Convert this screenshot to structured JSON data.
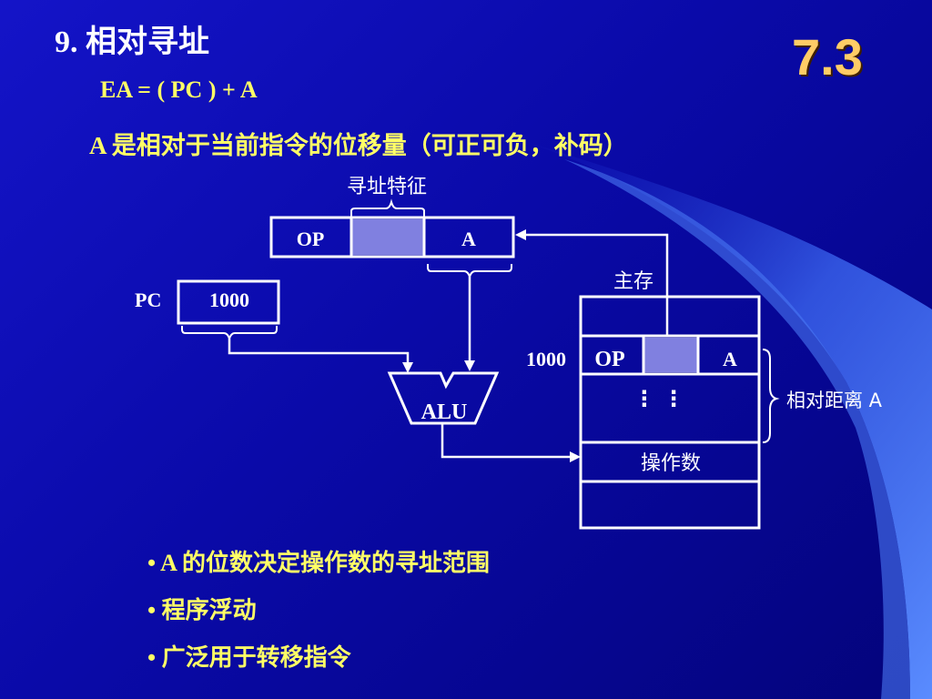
{
  "slide": {
    "number": "7.3",
    "title": "9. 相对寻址",
    "formula": "EA = ( PC ) + A",
    "description": "A 是相对于当前指令的位移量（可正可负，补码）"
  },
  "diagram": {
    "addressing_feature_label": "寻址特征",
    "instruction_op": "OP",
    "instruction_a": "A",
    "pc_label": "PC",
    "pc_value": "1000",
    "alu_label": "ALU",
    "main_memory_label": "主存",
    "memory_address": "1000",
    "memory_op": "OP",
    "memory_a": "A",
    "ellipsis": "⋮  ⋮",
    "operand_label": "操作数",
    "relative_distance_label": "相对距离 A"
  },
  "bullets": [
    "• A 的位数决定操作数的寻址范围",
    "• 程序浮动",
    "• 广泛用于转移指令"
  ],
  "colors": {
    "background": "#0a0aa8",
    "accent_light_blue": "#4a6cf0",
    "slide_number": "#ffcc66",
    "highlight_text": "#ffff66",
    "field_fill": "#8080e0"
  }
}
